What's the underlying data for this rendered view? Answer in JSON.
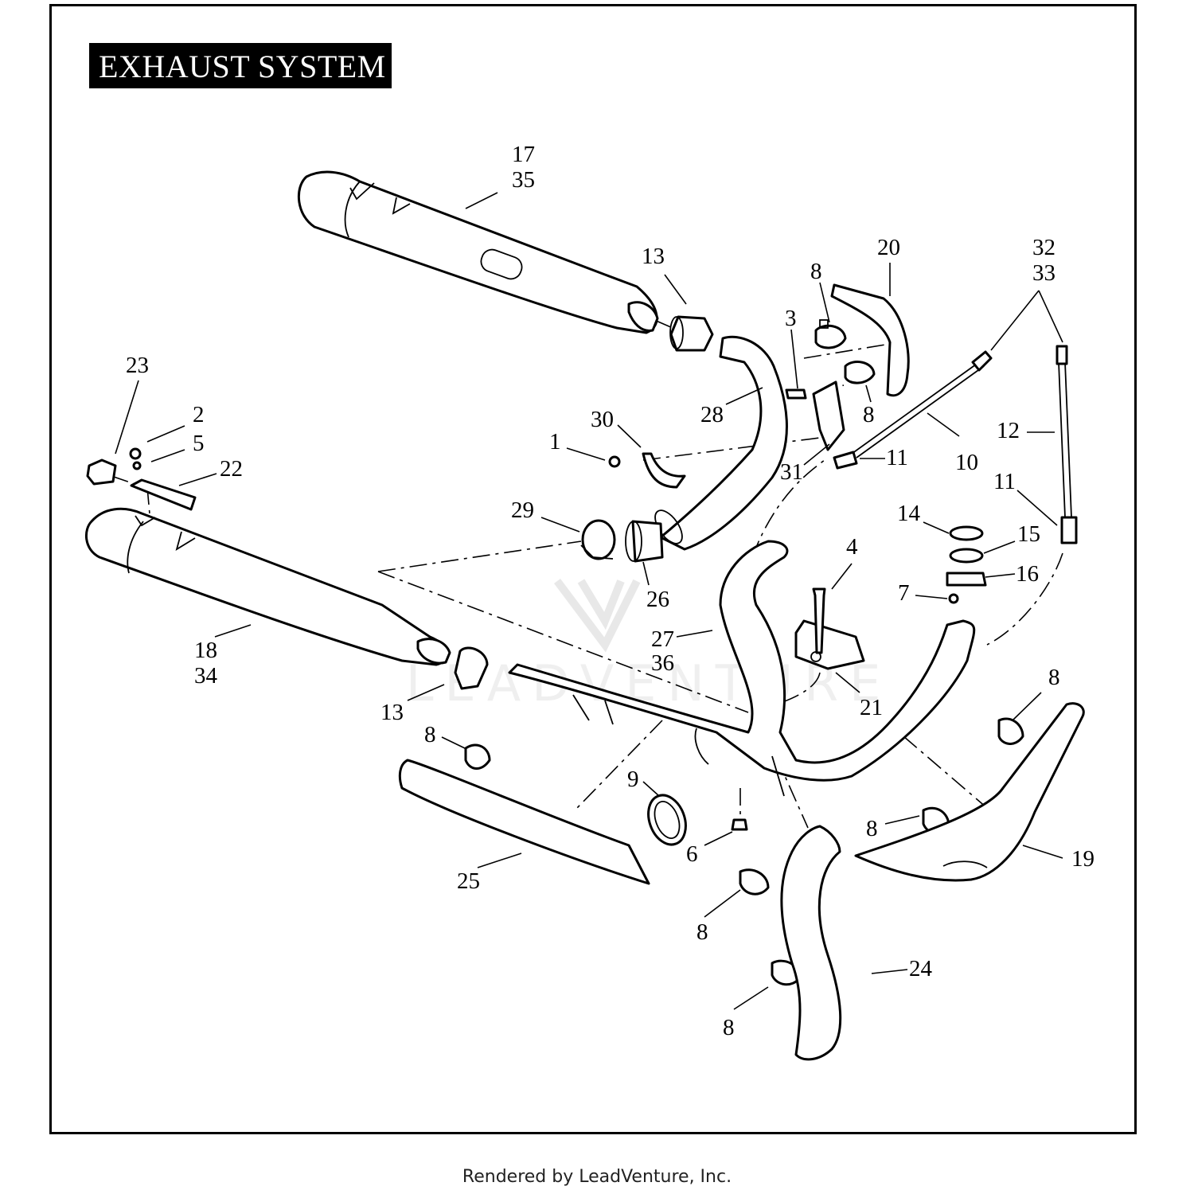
{
  "title": "EXHAUST SYSTEM",
  "footer": "Rendered by LeadVenture, Inc.",
  "watermark": "LEADVENTURE",
  "callouts": [
    {
      "id": "c-17",
      "text": "17"
    },
    {
      "id": "c-35",
      "text": "35"
    },
    {
      "id": "c-13a",
      "text": "13"
    },
    {
      "id": "c-20",
      "text": "20"
    },
    {
      "id": "c-8a",
      "text": "8"
    },
    {
      "id": "c-3",
      "text": "3"
    },
    {
      "id": "c-8b",
      "text": "8"
    },
    {
      "id": "c-32",
      "text": "32"
    },
    {
      "id": "c-33",
      "text": "33"
    },
    {
      "id": "c-23",
      "text": "23"
    },
    {
      "id": "c-2",
      "text": "2"
    },
    {
      "id": "c-5",
      "text": "5"
    },
    {
      "id": "c-22",
      "text": "22"
    },
    {
      "id": "c-30",
      "text": "30"
    },
    {
      "id": "c-28",
      "text": "28"
    },
    {
      "id": "c-1",
      "text": "1"
    },
    {
      "id": "c-31",
      "text": "31"
    },
    {
      "id": "c-11a",
      "text": "11"
    },
    {
      "id": "c-10",
      "text": "10"
    },
    {
      "id": "c-12",
      "text": "12"
    },
    {
      "id": "c-11b",
      "text": "11"
    },
    {
      "id": "c-29",
      "text": "29"
    },
    {
      "id": "c-14",
      "text": "14"
    },
    {
      "id": "c-15",
      "text": "15"
    },
    {
      "id": "c-4",
      "text": "4"
    },
    {
      "id": "c-16",
      "text": "16"
    },
    {
      "id": "c-26",
      "text": "26"
    },
    {
      "id": "c-7",
      "text": "7"
    },
    {
      "id": "c-18",
      "text": "18"
    },
    {
      "id": "c-34",
      "text": "34"
    },
    {
      "id": "c-27",
      "text": "27"
    },
    {
      "id": "c-36",
      "text": "36"
    },
    {
      "id": "c-13b",
      "text": "13"
    },
    {
      "id": "c-21",
      "text": "21"
    },
    {
      "id": "c-8c",
      "text": "8"
    },
    {
      "id": "c-8d",
      "text": "8"
    },
    {
      "id": "c-9",
      "text": "9"
    },
    {
      "id": "c-6",
      "text": "6"
    },
    {
      "id": "c-8e",
      "text": "8"
    },
    {
      "id": "c-19",
      "text": "19"
    },
    {
      "id": "c-25",
      "text": "25"
    },
    {
      "id": "c-8f",
      "text": "8"
    },
    {
      "id": "c-24",
      "text": "24"
    },
    {
      "id": "c-8g",
      "text": "8"
    }
  ]
}
